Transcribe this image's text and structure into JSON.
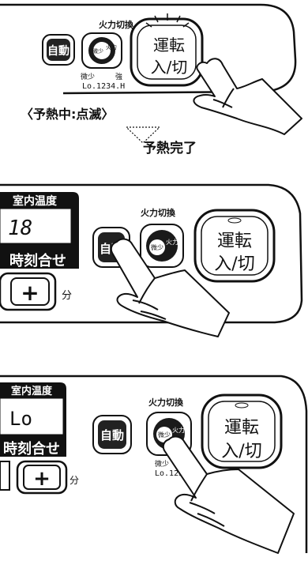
{
  "panel1": {
    "fire_switch_label": "火力切換",
    "auto_label": "自動",
    "fire_knob_left": "微少",
    "fire_knob_right": "火力",
    "run_line1": "運転",
    "run_line2": "入/切",
    "level_low": "微少",
    "level_high": "強",
    "level_scale": "Lo.1234.H",
    "caption": "〈予熱中:点滅〉"
  },
  "arrow_label": "予熱完了",
  "panel2": {
    "room_temp_label": "室内温度",
    "temp_value": "18",
    "clock_label": "時刻合せ",
    "plus_symbol": "+",
    "minute_label": "分",
    "fire_switch_label": "火力切換",
    "auto_label": "自動",
    "fire_knob_left": "微少",
    "fire_knob_right": "火力",
    "run_line1": "運転",
    "run_line2": "入/切"
  },
  "panel3": {
    "room_temp_label": "室内温度",
    "temp_value": "Lo",
    "clock_label": "時刻合せ",
    "plus_symbol": "+",
    "minute_label": "分",
    "fire_switch_label": "火力切換",
    "auto_label": "自動",
    "fire_knob_left": "微少",
    "fire_knob_right": "火力",
    "run_line1": "運転",
    "run_line2": "入/切",
    "level_low": "微少",
    "level_scale": "Lo.1234."
  }
}
